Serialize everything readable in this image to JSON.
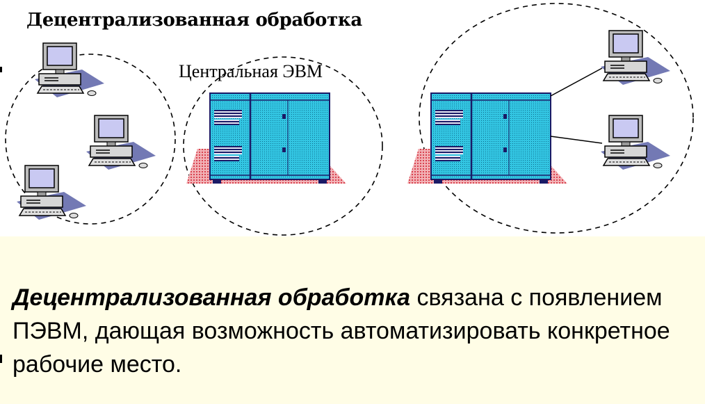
{
  "figure": {
    "title": "Децентрализованная обработка",
    "mainframe_label": "Центральная ЭВМ",
    "groups": [
      {
        "name": "personal-computers",
        "nodes": 3
      },
      {
        "name": "central-computer",
        "nodes": 1
      },
      {
        "name": "central-computer-with-terminals",
        "nodes": 3
      }
    ],
    "colors": {
      "cabinet": "#33c6e3",
      "cabinet_outline": "#1a1a66",
      "floor_mat": "#e47a82",
      "pc_shadow": "#7379b4",
      "pc_body": "#c8c8c8",
      "screen": "#c9c9f2"
    }
  },
  "caption": {
    "term": "Децентрализованная обработка",
    "text": " связана с появлением ПЭВМ, дающая возможность автоматизировать конкретное рабочие место."
  }
}
